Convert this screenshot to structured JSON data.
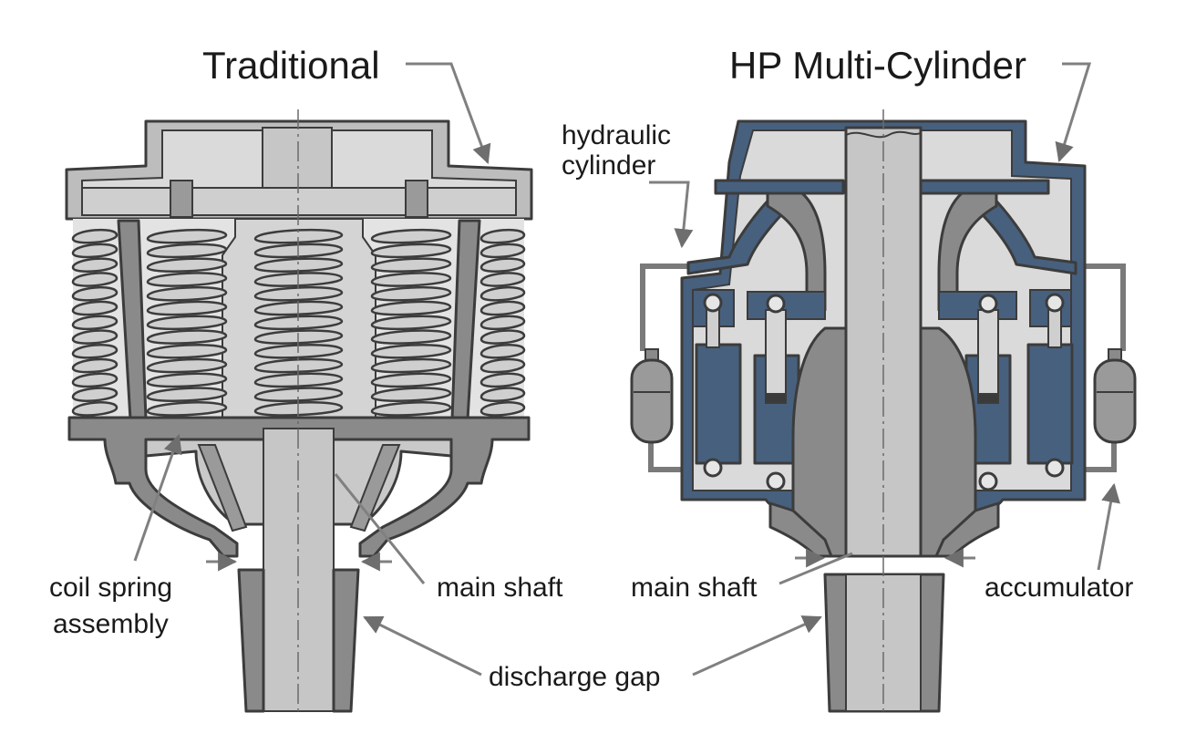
{
  "titles": {
    "left": "Traditional",
    "right": "HP Multi-Cylinder"
  },
  "labels": {
    "coil_spring_line1": "coil spring",
    "coil_spring_line2": "assembly",
    "main_shaft_left": "main shaft",
    "main_shaft_right": "main shaft",
    "discharge_gap": "discharge gap",
    "hydraulic_cylinder_line1": "hydraulic",
    "hydraulic_cylinder_line2": "cylinder",
    "accumulator": "accumulator"
  },
  "colors": {
    "light_gray": "#dadada",
    "mid_gray": "#bcbcbc",
    "shaft_gray": "#c6c6c6",
    "dark_gray": "#8a8a8a",
    "hydraulic_blue": "#47607e",
    "outline": "#3c3c3c",
    "leader": "#808080"
  }
}
